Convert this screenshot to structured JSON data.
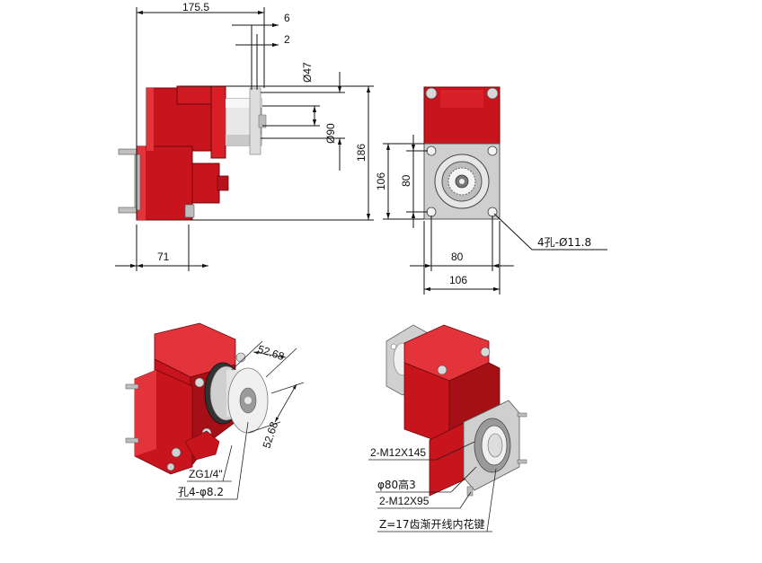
{
  "colors": {
    "housing_red": "#c8141c",
    "housing_dark": "#8e0c12",
    "housing_light": "#e2343a",
    "flange_grey": "#c9c9c9",
    "metal_light": "#ececec",
    "line": "#111111"
  },
  "front_view": {
    "dim_total_length": "175.5",
    "dim_6": "6",
    "dim_2": "2",
    "dim_d47": "Ø47",
    "dim_d90": "Ø90",
    "dim_186": "186",
    "dim_71": "71"
  },
  "side_view": {
    "dim_106_vertical": "106",
    "dim_80_vertical": "80",
    "dim_80_horizontal": "80",
    "dim_106_horizontal": "106",
    "hole_callout": "4孔-Ø11.8"
  },
  "iso_view_left": {
    "dim_52_68_top": "52.68",
    "dim_52_68_side": "52.68",
    "callout_thread": "ZG1/4\"",
    "callout_holes": "孔4-φ8.2"
  },
  "iso_view_right": {
    "callout_m12x145": "2-M12X145",
    "callout_d80": "φ80高3",
    "callout_m12x95": "2-M12X95",
    "callout_spline": "Z=17齿渐开线内花键"
  }
}
